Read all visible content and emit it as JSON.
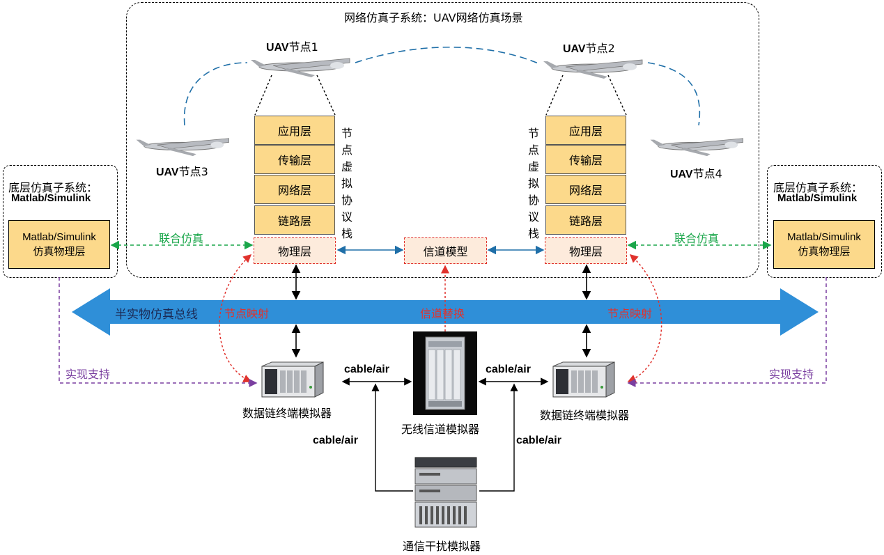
{
  "network_subsystem": {
    "title": "网络仿真子系统：UAV网络仿真场景"
  },
  "uav_nodes": [
    {
      "id": "1",
      "label_en": "UAV",
      "label_zh": "节点1"
    },
    {
      "id": "2",
      "label_en": "UAV",
      "label_zh": "节点2"
    },
    {
      "id": "3",
      "label_en": "UAV",
      "label_zh": "节点3"
    },
    {
      "id": "4",
      "label_en": "UAV",
      "label_zh": "节点4"
    }
  ],
  "protocol_stack": {
    "layers": [
      "应用层",
      "传输层",
      "网络层",
      "链路层"
    ],
    "physical_layer": "物理层",
    "side_label": "节点虚拟协议栈"
  },
  "channel_model": "信道模型",
  "cosim_label": "联合仿真",
  "bottom_subsystem": {
    "title_zh": "底层仿真子系统：",
    "title_en": "Matlab/Simulink",
    "box_line1": "Matlab/Simulink",
    "box_line2": "仿真物理层"
  },
  "bus_label": "半实物仿真总线",
  "node_mapping": "节点映射",
  "channel_replace": "信道替换",
  "support_label": "实现支持",
  "devices": {
    "datalink": "数据链终端模拟器",
    "wireless_channel": "无线信道模拟器",
    "interference": "通信干扰模拟器"
  },
  "link_label": "cable/air",
  "colors": {
    "stack_fill": "#fcd98b",
    "phys_fill": "#fdebdc",
    "bus": "#2f8fd8",
    "green": "#1aa64a",
    "red": "#e0322d",
    "purple": "#7a3fa0",
    "uav_link": "#1f6fa8"
  }
}
